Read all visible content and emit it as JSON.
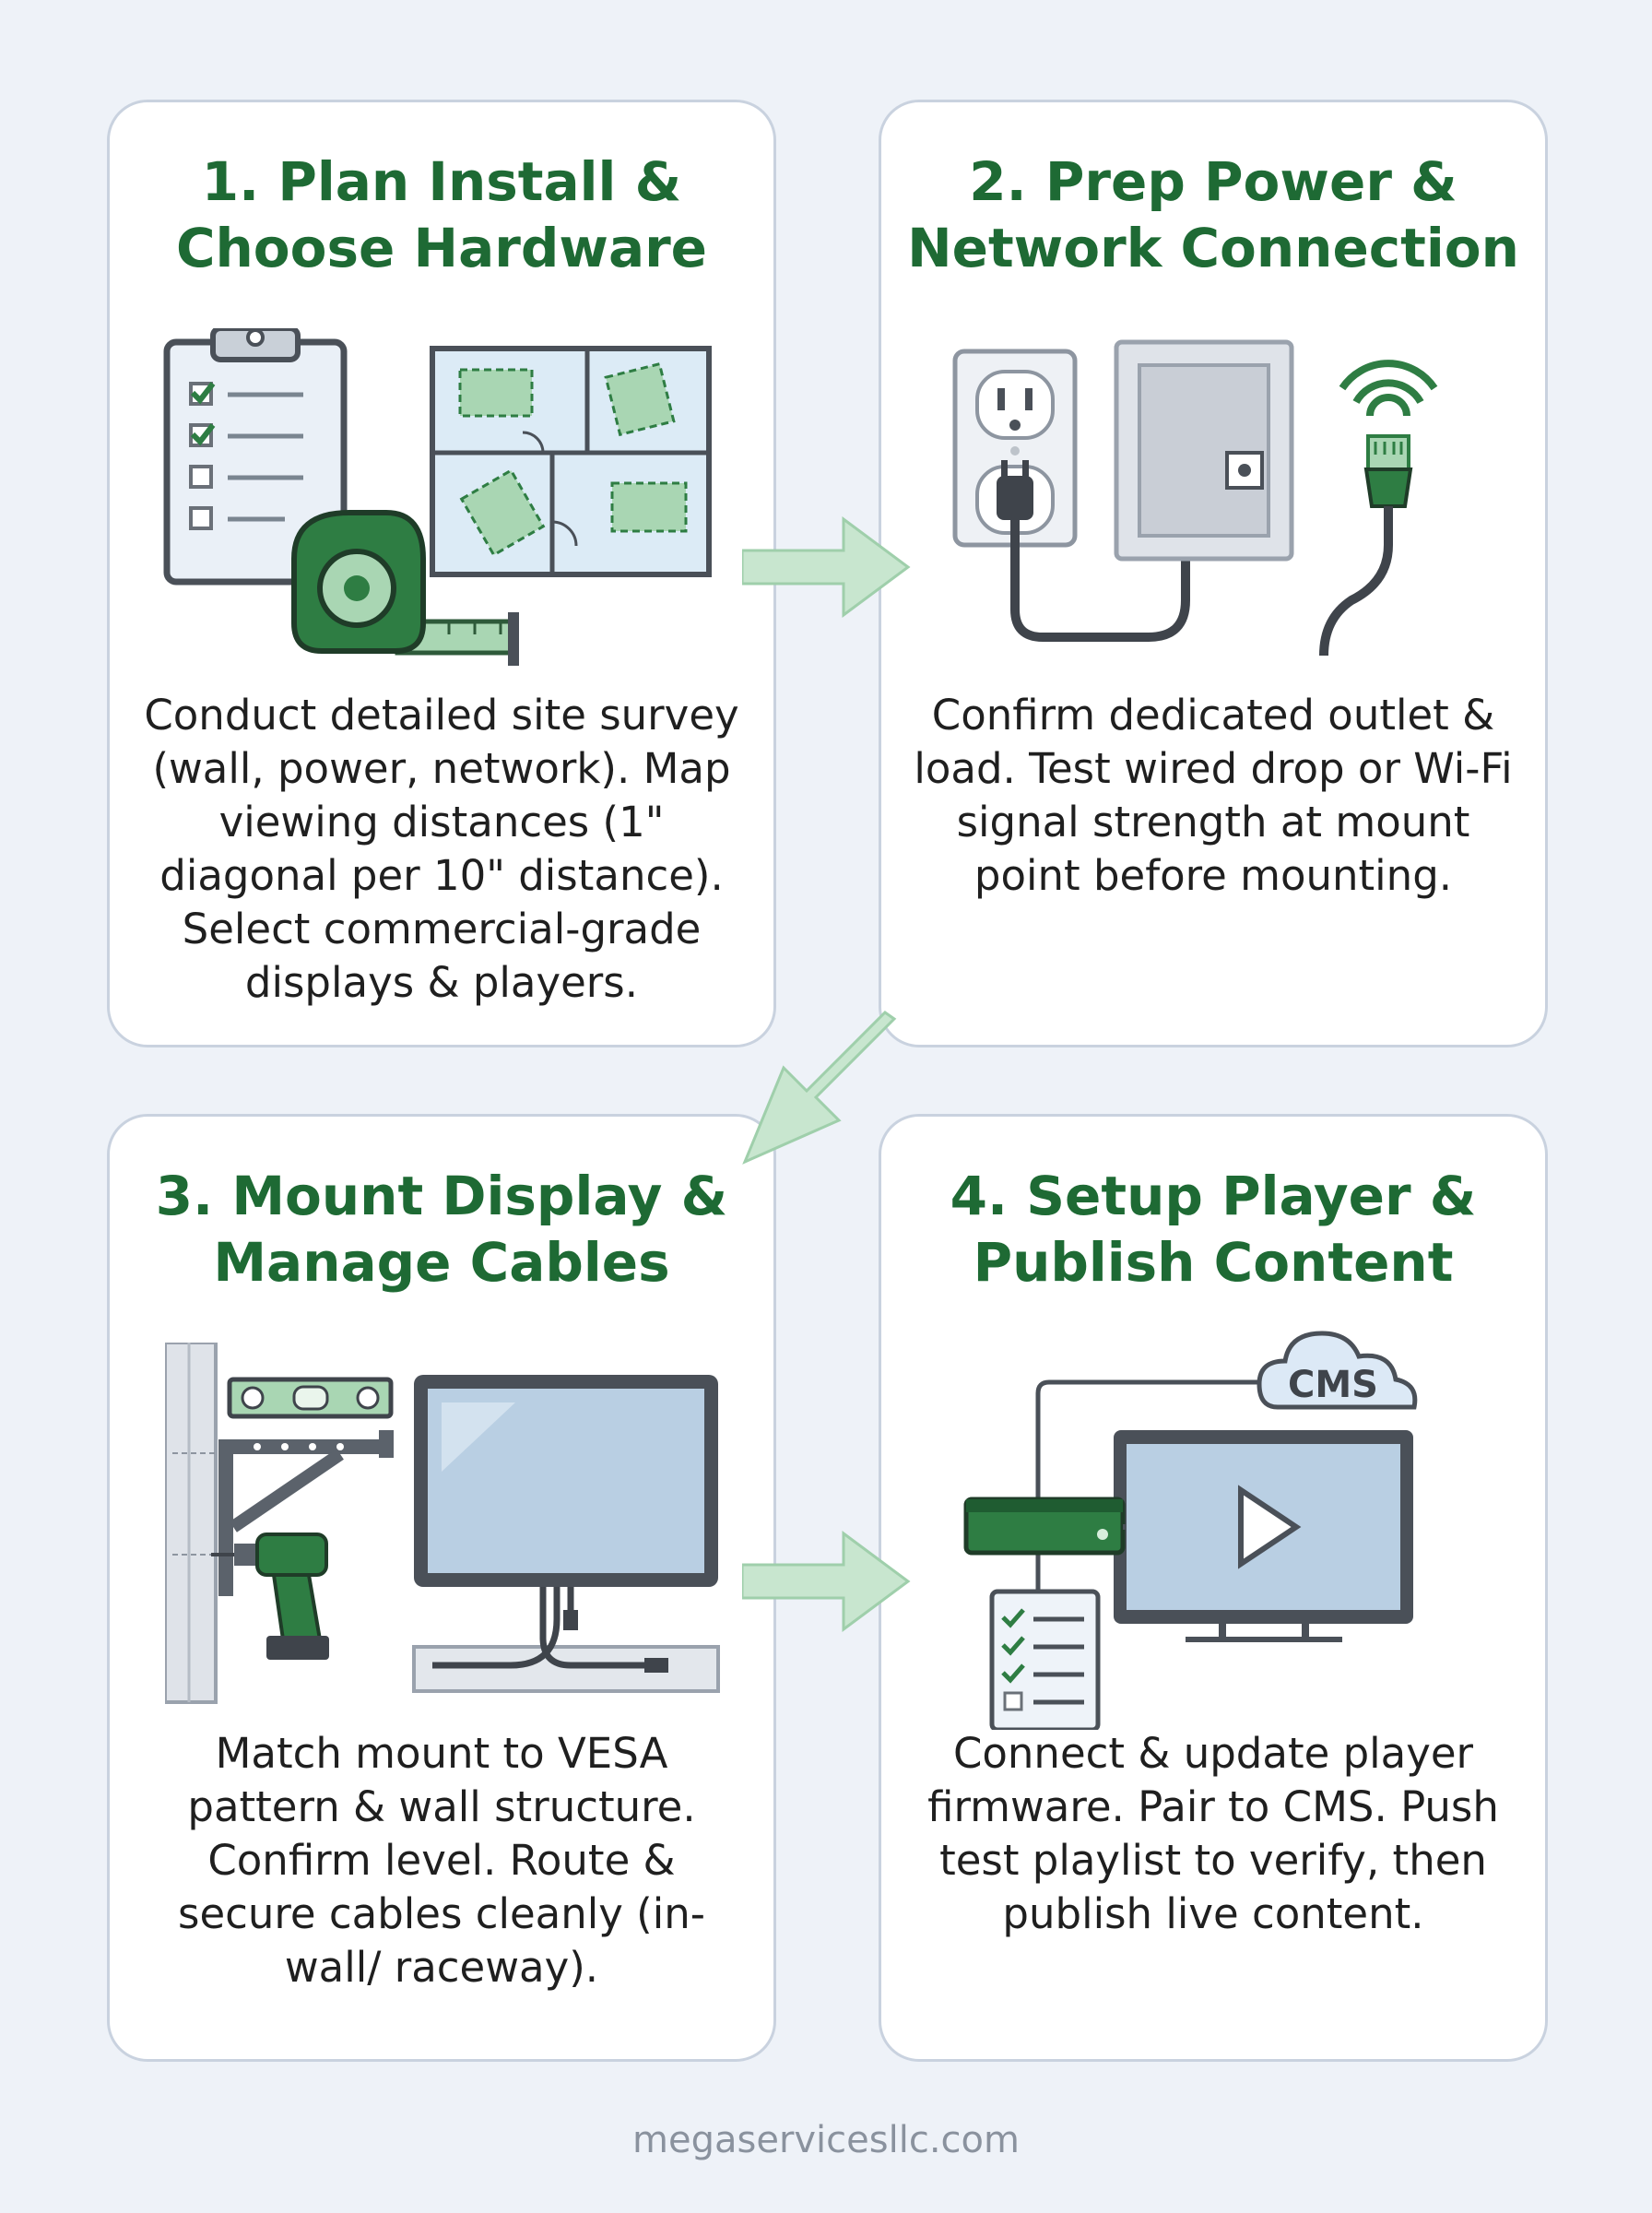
{
  "steps": [
    {
      "title_line1": "1. Plan Install &",
      "title_line2": "Choose Hardware",
      "body": "Conduct detailed site survey (wall, power, network). Map viewing distances (1\" diagonal per 10\" distance). Select commercial-grade displays & players.",
      "icons": [
        "clipboard-checklist-icon",
        "tape-measure-icon",
        "floor-plan-icon"
      ]
    },
    {
      "title_line1": "2. Prep Power &",
      "title_line2": "Network Connection",
      "body": "Confirm dedicated outlet & load. Test wired drop or Wi-Fi signal strength at mount point before mounting.",
      "icons": [
        "power-outlet-icon",
        "wall-plate-icon",
        "ethernet-cable-icon",
        "wifi-icon"
      ]
    },
    {
      "title_line1": "3. Mount Display &",
      "title_line2": "Manage Cables",
      "body": "Match mount to VESA pattern & wall structure. Confirm level. Route & secure cables cleanly (in-wall/ raceway).",
      "icons": [
        "wall-stud-icon",
        "level-icon",
        "wall-bracket-icon",
        "drill-icon",
        "display-icon",
        "cable-raceway-icon"
      ]
    },
    {
      "title_line1": "4. Setup Player &",
      "title_line2": "Publish Content",
      "body": "Connect & update player firmware. Pair to CMS. Push test playlist to verify, then publish live content.",
      "cms_label": "CMS",
      "icons": [
        "media-player-icon",
        "cloud-icon",
        "screen-play-icon",
        "checklist-icon"
      ]
    }
  ],
  "footer": "megaservicesllc.com",
  "colors": {
    "background": "#eef2f8",
    "card_border": "#c9d2df",
    "title_green": "#1e6a34",
    "accent_green": "#2e7d43",
    "light_green": "#a9d6b3",
    "arrow_fill": "#c8e6cf",
    "screen_blue": "#b9cfe3"
  }
}
